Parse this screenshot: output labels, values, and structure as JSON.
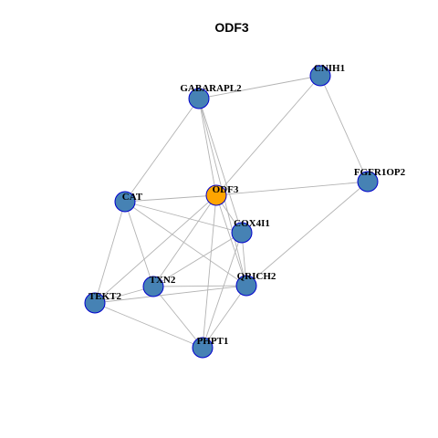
{
  "title": "ODF3",
  "colors": {
    "node_fill": "#4682b4",
    "hub_fill": "#ffa500",
    "node_border": "#0000cd",
    "edge": "#b3b3b3"
  },
  "nodes": [
    {
      "id": "CNIH1",
      "label": "CNIH1"
    },
    {
      "id": "GABARAPL2",
      "label": "GABARAPL2"
    },
    {
      "id": "FGFR1OP2",
      "label": "FGFR1OP2"
    },
    {
      "id": "CAT",
      "label": "CAT"
    },
    {
      "id": "ODF3",
      "label": "ODF3",
      "hub": true
    },
    {
      "id": "COX4I1",
      "label": "COX4I1"
    },
    {
      "id": "TXN2",
      "label": "TXN2"
    },
    {
      "id": "QRICH2",
      "label": "QRICH2"
    },
    {
      "id": "TEKT2",
      "label": "TEKT2"
    },
    {
      "id": "PHPT1",
      "label": "PHPT1"
    }
  ],
  "edges": [
    [
      "GABARAPL2",
      "CNIH1"
    ],
    [
      "GABARAPL2",
      "CAT"
    ],
    [
      "GABARAPL2",
      "ODF3"
    ],
    [
      "GABARAPL2",
      "COX4I1"
    ],
    [
      "GABARAPL2",
      "QRICH2"
    ],
    [
      "CNIH1",
      "ODF3"
    ],
    [
      "CNIH1",
      "FGFR1OP2"
    ],
    [
      "ODF3",
      "FGFR1OP2"
    ],
    [
      "FGFR1OP2",
      "QRICH2"
    ],
    [
      "CAT",
      "ODF3"
    ],
    [
      "CAT",
      "COX4I1"
    ],
    [
      "CAT",
      "QRICH2"
    ],
    [
      "CAT",
      "TXN2"
    ],
    [
      "CAT",
      "TEKT2"
    ],
    [
      "ODF3",
      "COX4I1"
    ],
    [
      "ODF3",
      "TXN2"
    ],
    [
      "ODF3",
      "TEKT2"
    ],
    [
      "ODF3",
      "PHPT1"
    ],
    [
      "ODF3",
      "QRICH2"
    ],
    [
      "COX4I1",
      "TXN2"
    ],
    [
      "COX4I1",
      "QRICH2"
    ],
    [
      "COX4I1",
      "PHPT1"
    ],
    [
      "TXN2",
      "QRICH2"
    ],
    [
      "TXN2",
      "PHPT1"
    ],
    [
      "TEKT2",
      "QRICH2"
    ],
    [
      "TEKT2",
      "TXN2"
    ],
    [
      "TEKT2",
      "PHPT1"
    ],
    [
      "QRICH2",
      "PHPT1"
    ]
  ]
}
